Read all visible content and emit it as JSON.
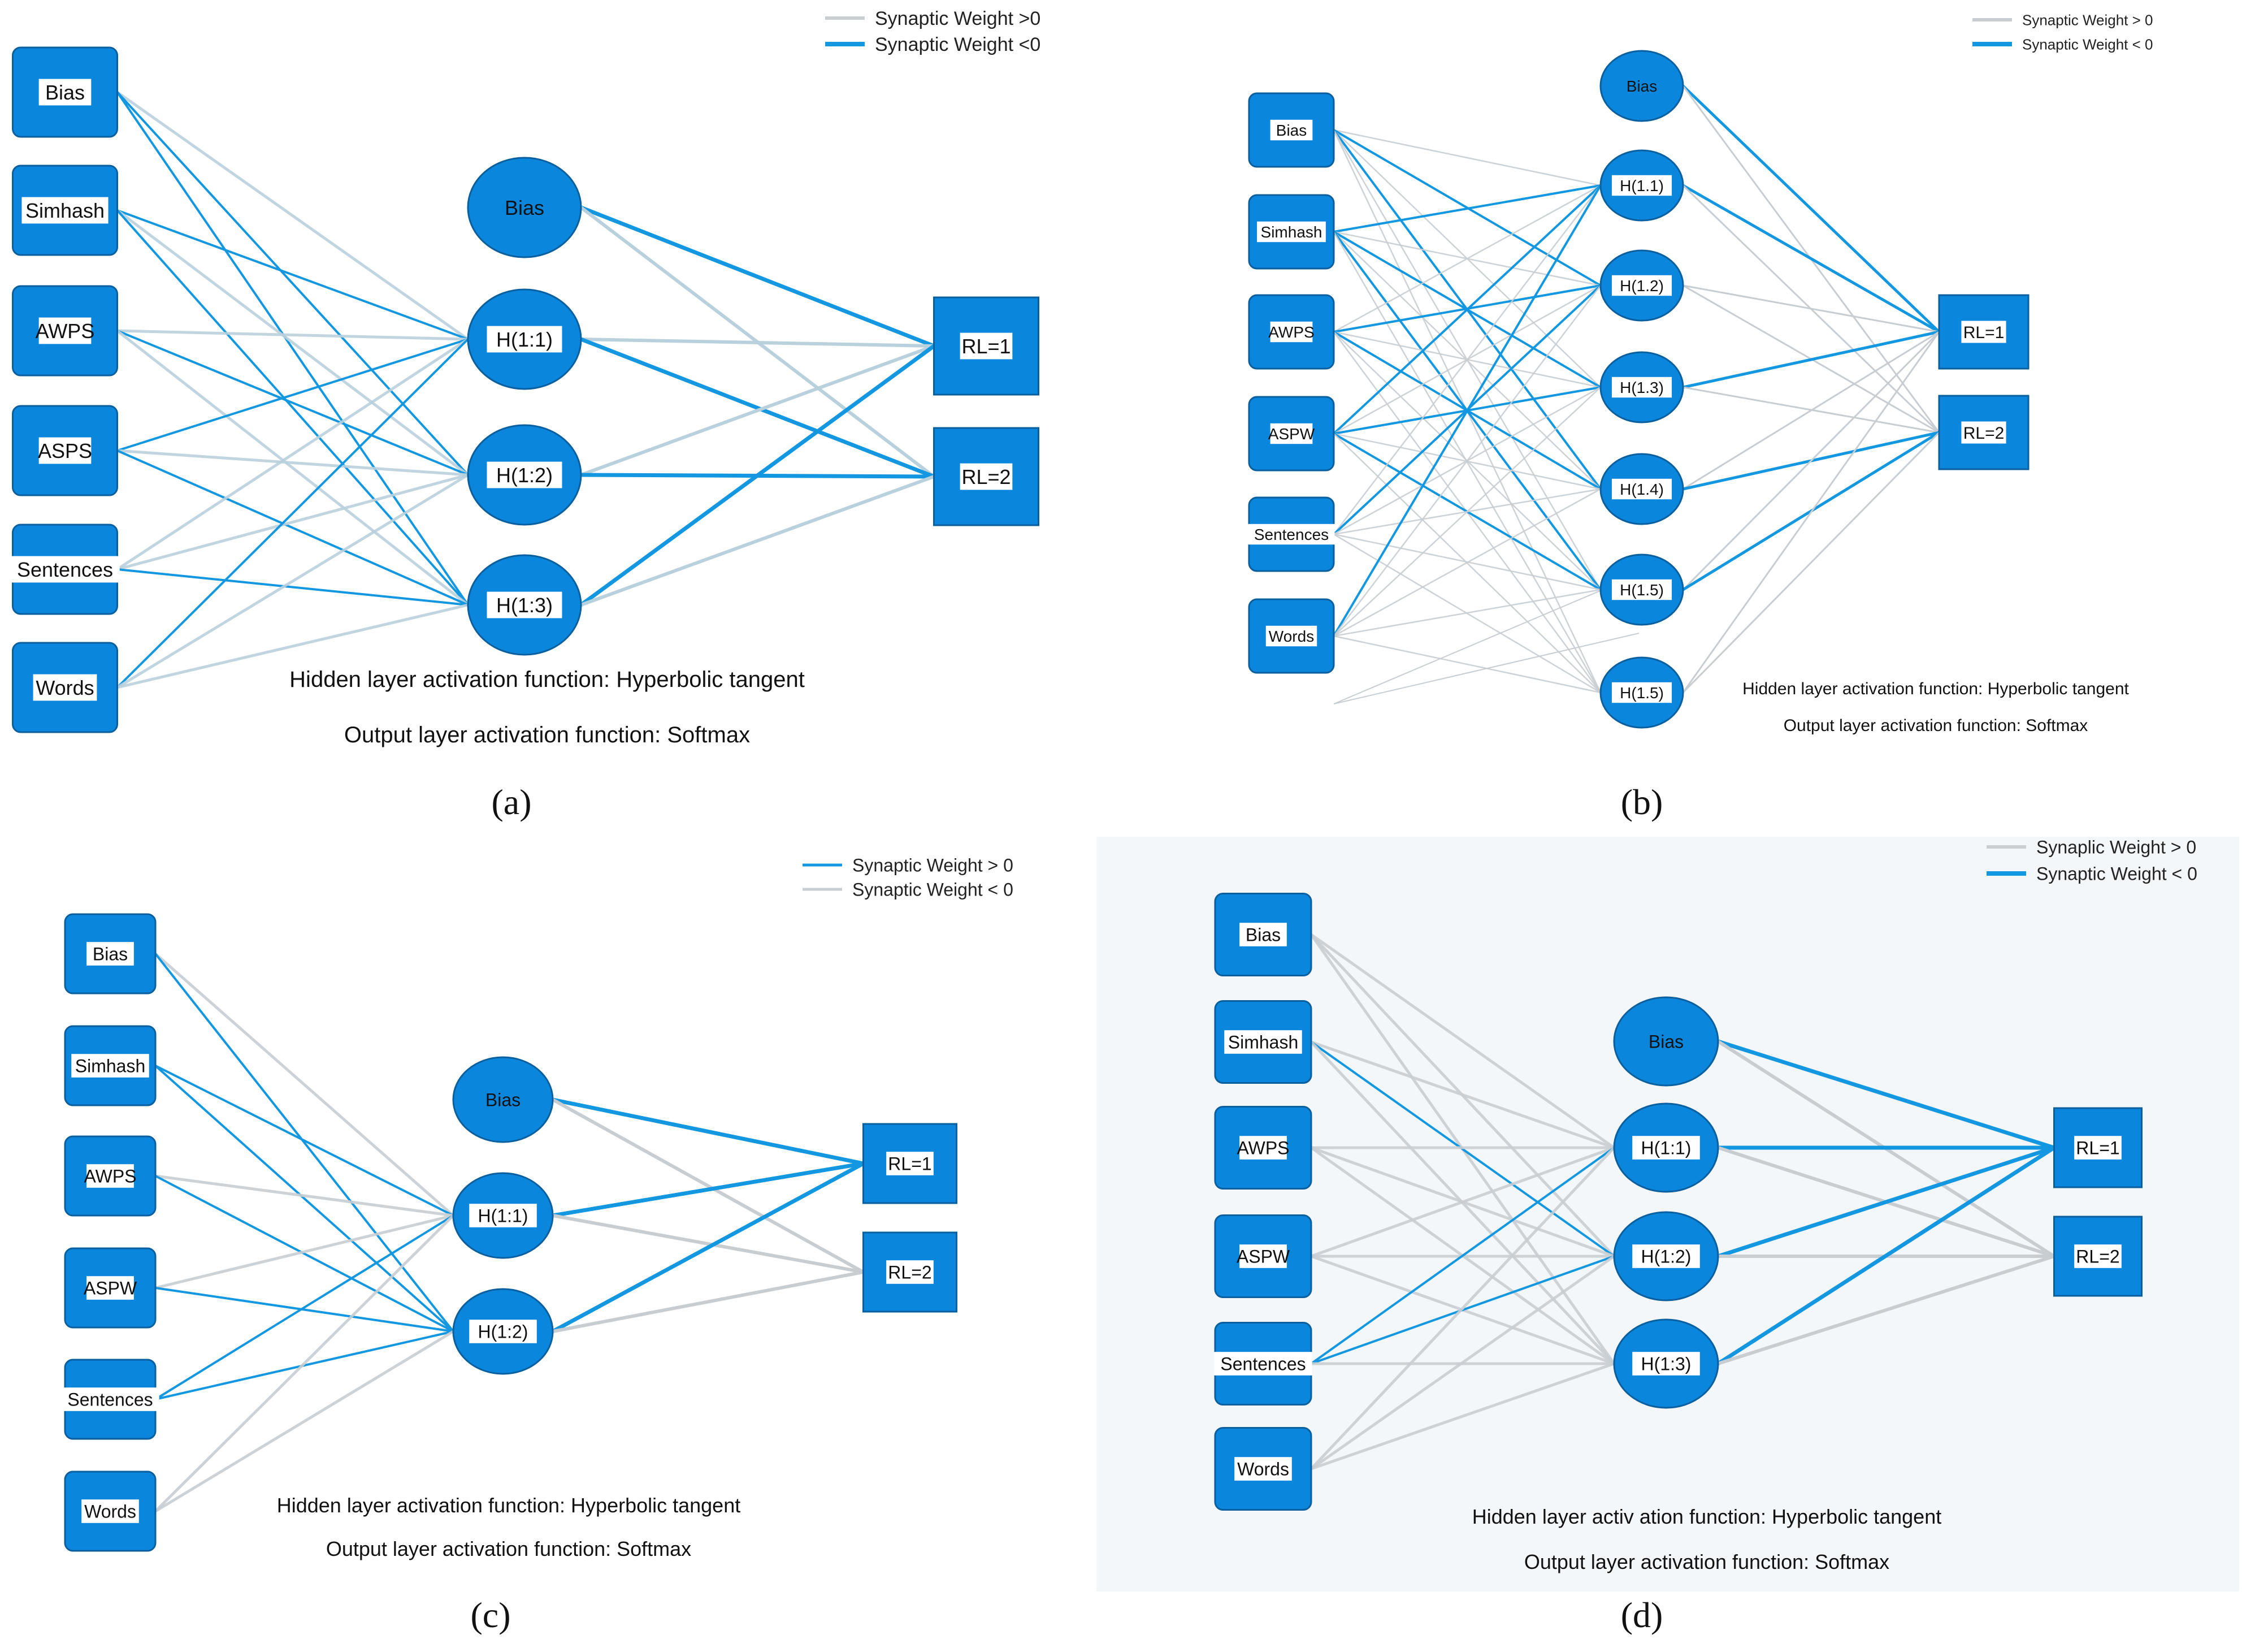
{
  "colors": {
    "node_fill": "#0b86dd",
    "node_stroke": "#0a5f9e",
    "blue_edge": "#1297e0",
    "gray_edge": "#c8cdd2",
    "bluegray_edge": "#b9d0dd",
    "label_bg": "#ffffff",
    "panel_d_bg": "#f4f7fa"
  },
  "panels": [
    {
      "letter": "(a)",
      "legend": [
        "Synaptic Weight >0",
        "Synaptic Weight <0"
      ],
      "input_nodes": [
        "Bias",
        "Simhash",
        "AWPS",
        "ASPS",
        "Sentences",
        "Words"
      ],
      "hidden_nodes": [
        "Bias",
        "H(1:1)",
        "H(1:2)",
        "H(1:3)"
      ],
      "output_nodes": [
        "RL=1",
        "RL=2"
      ],
      "captions": [
        "Hidden layer activation function: Hyperbolic tangent",
        "Output layer activation function: Softmax"
      ]
    },
    {
      "letter": "(b)",
      "legend": [
        "Synaptic Weight > 0",
        "Synaptic Weight < 0"
      ],
      "input_nodes": [
        "Bias",
        "Simhash",
        "AWPS",
        "ASPW",
        "Sentences",
        "Words"
      ],
      "hidden_nodes": [
        "Bias",
        "H(1.1)",
        "H(1.2)",
        "H(1.3)",
        "H(1.4)",
        "H(1.5)",
        "H(1.5)"
      ],
      "output_nodes": [
        "RL=1",
        "RL=2"
      ],
      "captions": [
        "Hidden layer activation function: Hyperbolic tangent",
        "Output layer activation function: Softmax"
      ]
    },
    {
      "letter": "(c)",
      "legend": [
        "Synaptic Weight > 0",
        "Synaptic Weight < 0"
      ],
      "input_nodes": [
        "Bias",
        "Simhash",
        "AWPS",
        "ASPW",
        "Sentences",
        "Words"
      ],
      "hidden_nodes": [
        "Bias",
        "H(1:1)",
        "H(1:2)"
      ],
      "output_nodes": [
        "RL=1",
        "RL=2"
      ],
      "captions": [
        "Hidden layer activation function: Hyperbolic tangent",
        "Output layer activation function: Softmax"
      ]
    },
    {
      "letter": "(d)",
      "legend": [
        "Synaplic Weight > 0",
        "Synaptic Weight < 0"
      ],
      "input_nodes": [
        "Bias",
        "Simhash",
        "AWPS",
        "ASPW",
        "Sentences",
        "Words"
      ],
      "hidden_nodes": [
        "Bias",
        "H(1:1)",
        "H(1:2)",
        "H(1:3)"
      ],
      "output_nodes": [
        "RL=1",
        "RL=2"
      ],
      "captions": [
        "Hidden layer activ ation function: Hyperbolic tangent",
        "Output layer activation function: Softmax"
      ]
    }
  ]
}
